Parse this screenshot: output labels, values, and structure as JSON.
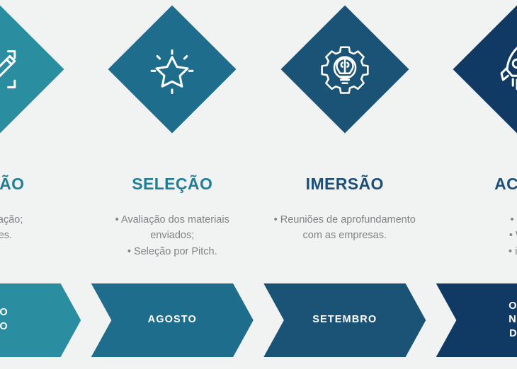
{
  "page": {
    "background_color": "#f1f2f2",
    "title_text_color_light": "#1f7f96",
    "title_text_color_dark": "#1b4f7a",
    "bullet_text_color": "#808285",
    "ribbon_label_color": "#ffffff"
  },
  "stages": [
    {
      "id": "inscricao",
      "title": "AÇÃO",
      "title_full_hint": "AÇÃO",
      "title_color": "#1f7f96",
      "icon": "document-pencil-icon",
      "diamond_color": "#2a8da0",
      "bullets": "ivulgação;\nções.",
      "month": "HO\nHO",
      "ribbon_color": "#2a8da0",
      "cropped": true
    },
    {
      "id": "selecao",
      "title": "SELEÇÃO",
      "title_color": "#1f7f96",
      "icon": "star-sparkle-icon",
      "diamond_color": "#1f6d8c",
      "bullets": "• Avaliação dos materiais\nenviados;\n• Seleção por Pitch.",
      "month": "AGOSTO",
      "ribbon_color": "#1f6d8c",
      "cropped": false
    },
    {
      "id": "imersao",
      "title": "IMERSÃO",
      "title_color": "#1b4f7a",
      "icon": "gear-lightbulb-brain-icon",
      "diamond_color": "#1b5377",
      "bullets": "• Reuniões de aprofundamento\ncom as empresas.",
      "month": "SETEMBRO",
      "ribbon_color": "#1b5377",
      "cropped": false
    },
    {
      "id": "aceleracao",
      "title": "ACEL",
      "title_full_hint": "ACEL",
      "title_color": "#1b4f7a",
      "icon": "rocket-icon",
      "diamond_color": "#103a63",
      "bullets": "• N\n• W\n• im",
      "month": "OU\nNO\nDE",
      "ribbon_color": "#103a63",
      "cropped": true
    }
  ]
}
